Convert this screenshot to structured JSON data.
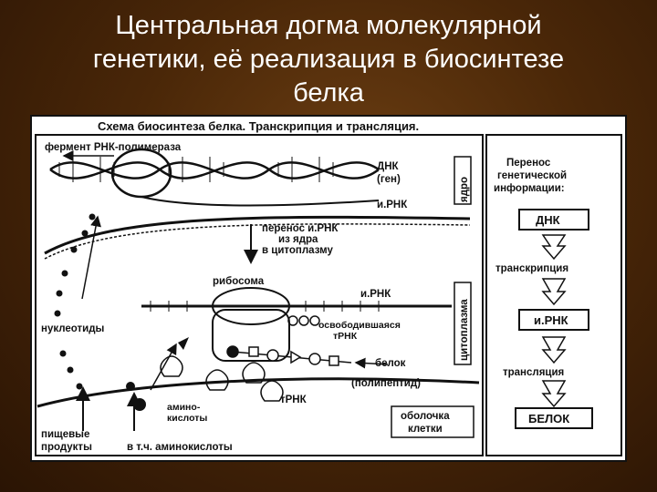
{
  "slide": {
    "title_line1": "Центральная догма молекулярной",
    "title_line2": "генетики, её реализация в биосинтезе",
    "title_line3": "белка"
  },
  "diagram": {
    "heading": "Схема биосинтеза белка. Транскрипция и трансляция.",
    "labels": {
      "enzyme": "фермент РНК-полимераза",
      "dna": "ДНК",
      "gene": "(ген)",
      "nucleus": "ядро",
      "mrna_top": "и.РНК",
      "transfer1": "перенос и.РНК",
      "transfer2": "из ядра",
      "transfer3": "в цитоплазму",
      "ribosome": "рибосома",
      "mrna_mid": "и.РНК",
      "cytoplasm": "цитоплазма",
      "nucleotides": "нуклеотиды",
      "released1": "освободившаяся",
      "released2": "тРНК",
      "protein1": "белок",
      "protein2": "(полипептид)",
      "amino1": "амино-",
      "amino2": "кислоты",
      "trna": "тРНК",
      "membrane1": "оболочка",
      "membrane2": "клетки",
      "food1": "пищевые",
      "food2": "продукты",
      "food3": "в т.ч. аминокислоты"
    },
    "flow": {
      "head1": "Перенос",
      "head2": "генетической",
      "head3": "информации:",
      "box_dna": "ДНК",
      "step1": "транскрипция",
      "box_mrna": "и.РНК",
      "step2": "трансляция",
      "box_protein": "БЕЛОК"
    }
  }
}
